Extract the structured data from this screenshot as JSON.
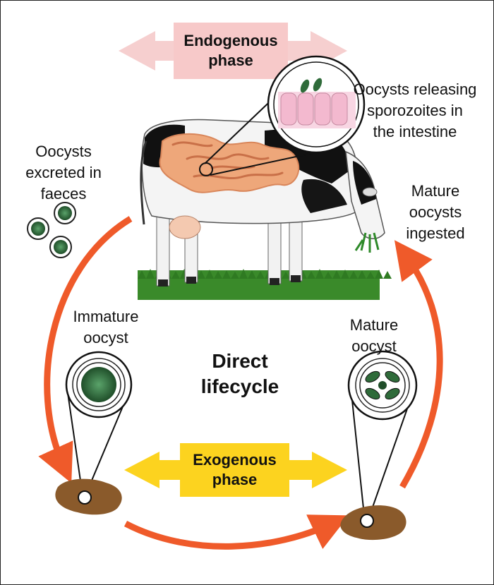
{
  "endogenous_label": [
    "Endogenous",
    "phase"
  ],
  "exogenous_label": [
    "Exogenous",
    "phase"
  ],
  "center_label": [
    "Direct",
    "lifecycle"
  ],
  "stages": {
    "releasing": [
      "Oocysts releasing",
      "sporozoites in",
      "the intestine"
    ],
    "excreted": [
      "Oocysts",
      "excreted in",
      "faeces"
    ],
    "ingested": [
      "Mature",
      "oocysts",
      "ingested"
    ],
    "immature": [
      "Immature",
      "oocyst"
    ],
    "mature": [
      "Mature",
      "oocyst"
    ]
  },
  "colors": {
    "endogenous_arrow": "#f6cfcf",
    "exogenous_arrow": "#fcd31f",
    "cycle_arrow": "#ef5a2a",
    "oocyst_green": "#2f6b3a",
    "faeces": "#8a5a2b",
    "grass": "#3a8a2a",
    "intestine": "#eea77a"
  },
  "icons": [
    "cow",
    "intestine",
    "oocyst-immature",
    "oocyst-mature",
    "faeces",
    "magnifier"
  ]
}
